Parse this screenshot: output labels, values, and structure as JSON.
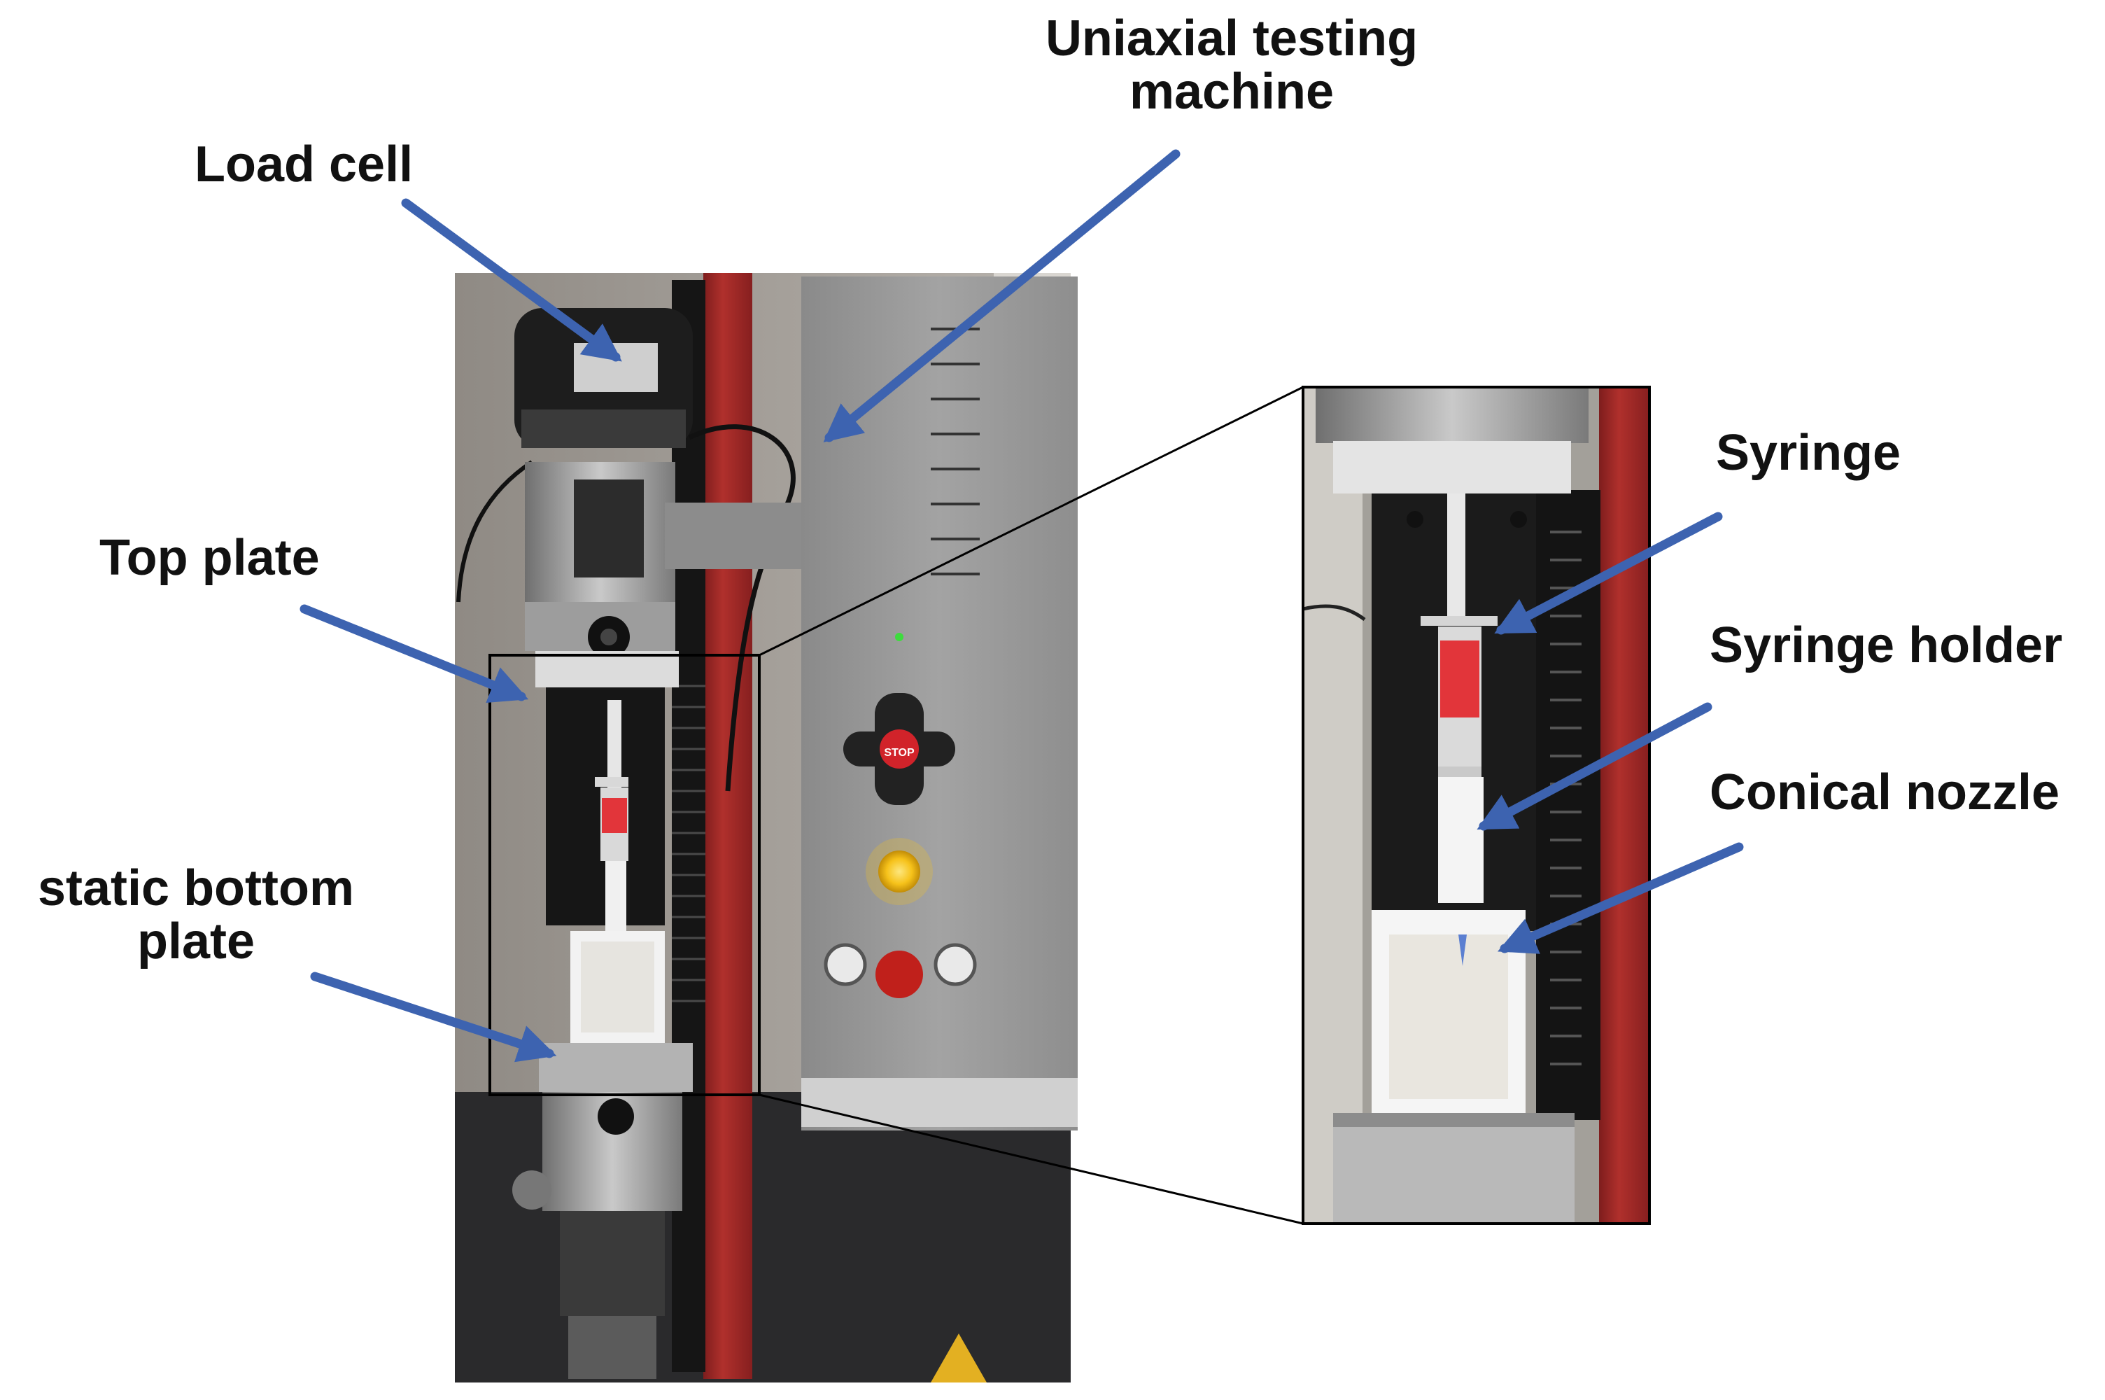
{
  "figure": {
    "labels": {
      "load_cell": "Load cell",
      "uniaxial_line1": "Uniaxial testing",
      "uniaxial_line2": "machine",
      "top_plate": "Top plate",
      "static_line1": "static bottom",
      "static_line2": "plate",
      "syringe": "Syringe",
      "syringe_holder": "Syringe holder",
      "conical_nozzle": "Conical nozzle"
    },
    "panel_button_text": "STOP",
    "colors": {
      "arrow": "#3d63b0",
      "machine_red": "#a52a2a",
      "panel_grey": "#9a9a9a",
      "indicator_yellow": "#f6c21a",
      "emergency_red": "#c0201b",
      "syringe_tape_red": "#e2353a"
    }
  }
}
